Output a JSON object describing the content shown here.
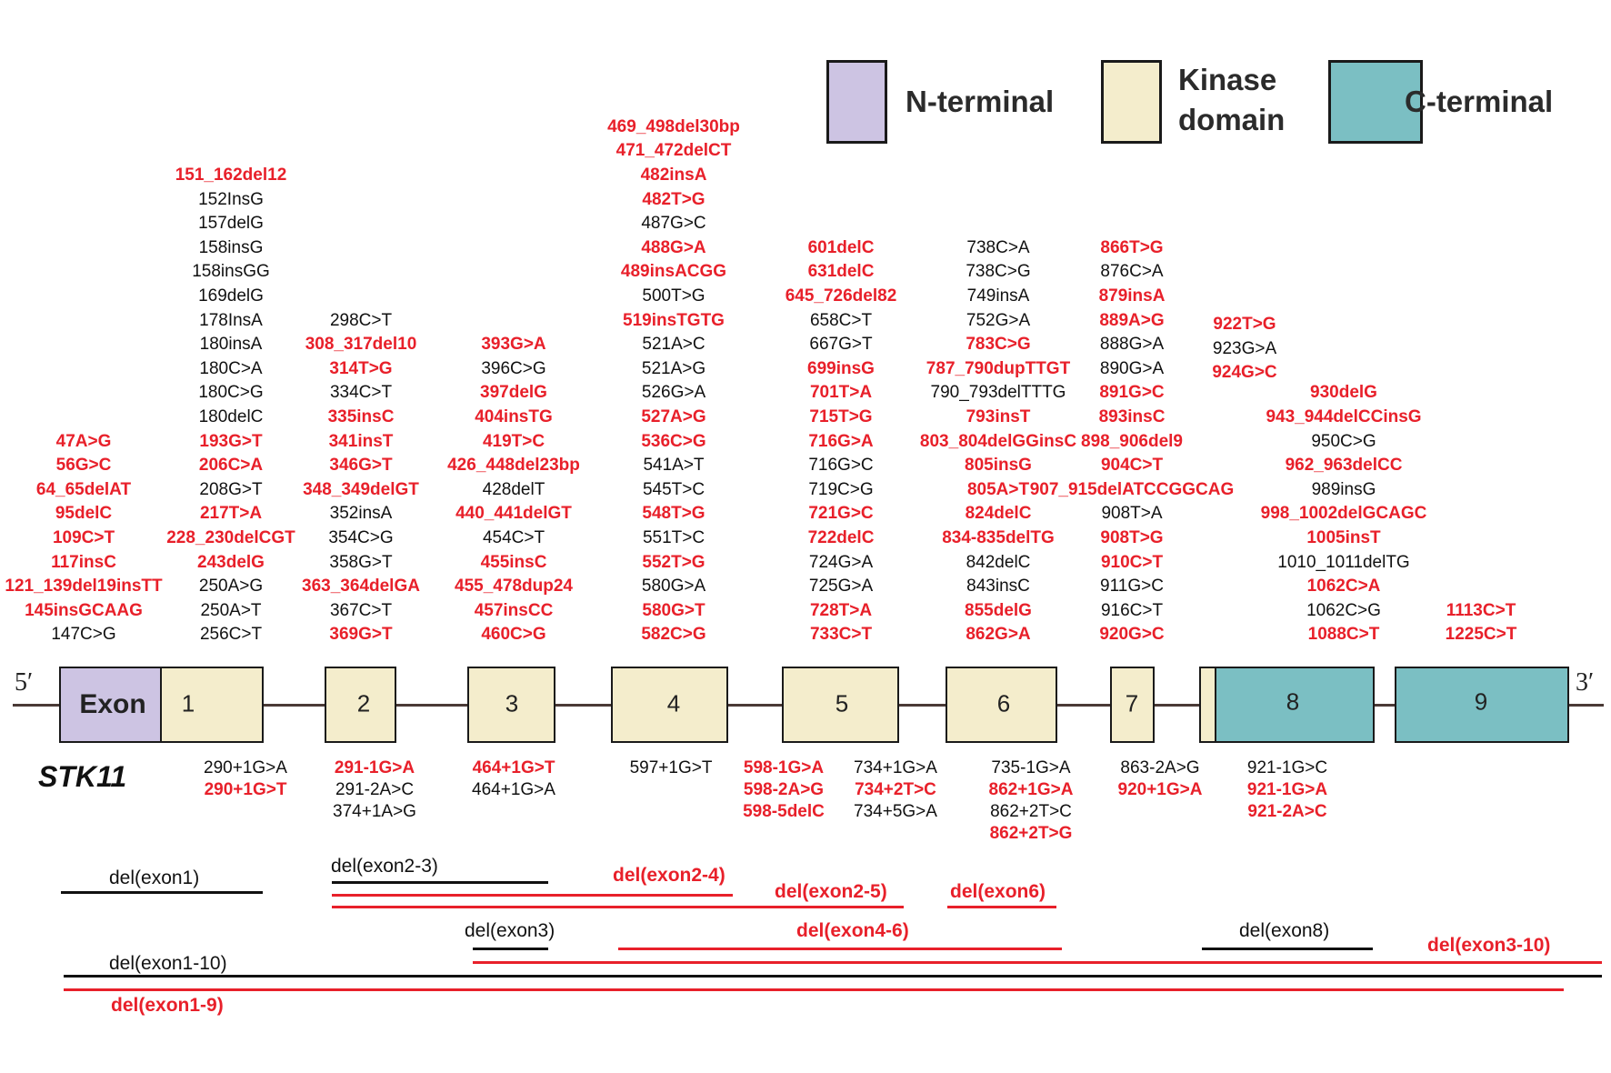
{
  "gene": "STK11",
  "ends": {
    "five": "5′",
    "three": "3′"
  },
  "legend": [
    {
      "label": "N-terminal",
      "color": "#cdc4e3"
    },
    {
      "label": "Kinase\ndomain",
      "color": "#f4edcc"
    },
    {
      "label": "C-terminal",
      "color": "#7bbfc3"
    }
  ],
  "exon_label": "Exon",
  "exons": [
    "1",
    "2",
    "3",
    "4",
    "5",
    "6",
    "7",
    "8",
    "9"
  ],
  "colors": {
    "n_terminal": "#cdc4e3",
    "kinase": "#f4edcc",
    "c_terminal": "#7bbfc3",
    "red": "#e8202a",
    "black": "#111111"
  },
  "exon_mutations": [
    {
      "exon": "1",
      "col": "a",
      "items": [
        {
          "t": "47A>G",
          "r": 1
        },
        {
          "t": "56G>C",
          "r": 1
        },
        {
          "t": "64_65delAT",
          "r": 1
        },
        {
          "t": "95delC",
          "r": 1
        },
        {
          "t": "109C>T",
          "r": 1
        },
        {
          "t": "117insC",
          "r": 1
        },
        {
          "t": "121_139del19insTT",
          "r": 1
        },
        {
          "t": "145insGCAAG",
          "r": 1
        },
        {
          "t": "147C>G",
          "r": 0
        }
      ]
    },
    {
      "exon": "1",
      "col": "b",
      "items": [
        {
          "t": "151_162del12",
          "r": 1
        },
        {
          "t": "152InsG",
          "r": 0
        },
        {
          "t": "157delG",
          "r": 0
        },
        {
          "t": "158insG",
          "r": 0
        },
        {
          "t": "158insGG",
          "r": 0
        },
        {
          "t": "169delG",
          "r": 0
        },
        {
          "t": "178InsA",
          "r": 0
        },
        {
          "t": "180insA",
          "r": 0
        },
        {
          "t": "180C>A",
          "r": 0
        },
        {
          "t": "180C>G",
          "r": 0
        },
        {
          "t": "180delC",
          "r": 0
        },
        {
          "t": "193G>T",
          "r": 1
        },
        {
          "t": "206C>A",
          "r": 1
        },
        {
          "t": "208G>T",
          "r": 0
        },
        {
          "t": "217T>A",
          "r": 1
        },
        {
          "t": "228_230delCGT",
          "r": 1
        },
        {
          "t": "243delG",
          "r": 1
        },
        {
          "t": "250A>G",
          "r": 0
        },
        {
          "t": "250A>T",
          "r": 0
        },
        {
          "t": "256C>T",
          "r": 0
        }
      ]
    },
    {
      "exon": "2",
      "col": "a",
      "items": [
        {
          "t": "298C>T",
          "r": 0
        },
        {
          "t": "308_317del10",
          "r": 1
        },
        {
          "t": "314T>G",
          "r": 1
        },
        {
          "t": "334C>T",
          "r": 0
        },
        {
          "t": "335insC",
          "r": 1
        },
        {
          "t": "341insT",
          "r": 1
        },
        {
          "t": "346G>T",
          "r": 1
        },
        {
          "t": "348_349delGT",
          "r": 1
        },
        {
          "t": "352insA",
          "r": 0
        },
        {
          "t": "354C>G",
          "r": 0
        },
        {
          "t": "358G>T",
          "r": 0
        },
        {
          "t": "363_364delGA",
          "r": 1
        },
        {
          "t": "367C>T",
          "r": 0
        },
        {
          "t": "369G>T",
          "r": 1
        }
      ]
    },
    {
      "exon": "3",
      "col": "a",
      "items": [
        {
          "t": "393G>A",
          "r": 1
        },
        {
          "t": "396C>G",
          "r": 0
        },
        {
          "t": "397delG",
          "r": 1
        },
        {
          "t": "404insTG",
          "r": 1
        },
        {
          "t": "419T>C",
          "r": 1
        },
        {
          "t": "426_448del23bp",
          "r": 1
        },
        {
          "t": "428delT",
          "r": 0
        },
        {
          "t": "440_441delGT",
          "r": 1
        },
        {
          "t": "454C>T",
          "r": 0
        },
        {
          "t": "455insC",
          "r": 1
        },
        {
          "t": "455_478dup24",
          "r": 1
        },
        {
          "t": "457insCC",
          "r": 1
        },
        {
          "t": "460C>G",
          "r": 1
        }
      ]
    },
    {
      "exon": "4",
      "col": "a",
      "items": [
        {
          "t": "469_498del30bp",
          "r": 1
        },
        {
          "t": "471_472delCT",
          "r": 1
        },
        {
          "t": "482insA",
          "r": 1
        },
        {
          "t": "482T>G",
          "r": 1
        },
        {
          "t": "487G>C",
          "r": 0
        },
        {
          "t": "488G>A",
          "r": 1
        },
        {
          "t": "489insACGG",
          "r": 1
        },
        {
          "t": "500T>G",
          "r": 0
        },
        {
          "t": "519insTGTG",
          "r": 1
        },
        {
          "t": "521A>C",
          "r": 0
        },
        {
          "t": "521A>G",
          "r": 0
        },
        {
          "t": "526G>A",
          "r": 0
        },
        {
          "t": "527A>G",
          "r": 1
        },
        {
          "t": "536C>G",
          "r": 1
        },
        {
          "t": "541A>T",
          "r": 0
        },
        {
          "t": "545T>C",
          "r": 0
        },
        {
          "t": "548T>G",
          "r": 1
        },
        {
          "t": "551T>C",
          "r": 0
        },
        {
          "t": "552T>G",
          "r": 1
        },
        {
          "t": "580G>A",
          "r": 0
        },
        {
          "t": "580G>T",
          "r": 1
        },
        {
          "t": "582C>G",
          "r": 1
        }
      ]
    },
    {
      "exon": "5",
      "col": "a",
      "items": [
        {
          "t": "601delC",
          "r": 1
        },
        {
          "t": "631delC",
          "r": 1
        },
        {
          "t": "645_726del82",
          "r": 1
        },
        {
          "t": "658C>T",
          "r": 0
        },
        {
          "t": "667G>T",
          "r": 0
        },
        {
          "t": "699insG",
          "r": 1
        },
        {
          "t": "701T>A",
          "r": 1
        },
        {
          "t": "715T>G",
          "r": 1
        },
        {
          "t": "716G>A",
          "r": 1
        },
        {
          "t": "716G>C",
          "r": 0
        },
        {
          "t": "719C>G",
          "r": 0
        },
        {
          "t": "721G>C",
          "r": 1
        },
        {
          "t": "722delC",
          "r": 1
        },
        {
          "t": "724G>A",
          "r": 0
        },
        {
          "t": "725G>A",
          "r": 0
        },
        {
          "t": "728T>A",
          "r": 1
        },
        {
          "t": "733C>T",
          "r": 1
        }
      ]
    },
    {
      "exon": "6",
      "col": "a",
      "items": [
        {
          "t": "738C>A",
          "r": 0
        },
        {
          "t": "738C>G",
          "r": 0
        },
        {
          "t": "749insA",
          "r": 0
        },
        {
          "t": "752G>A",
          "r": 0
        },
        {
          "t": "783C>G",
          "r": 1
        },
        {
          "t": "787_790dupTTGT",
          "r": 1
        },
        {
          "t": "790_793delTTTG",
          "r": 0
        },
        {
          "t": "793insT",
          "r": 1
        },
        {
          "t": "803_804delGGinsC",
          "r": 1
        },
        {
          "t": "805insG",
          "r": 1
        },
        {
          "t": "805A>T",
          "r": 1
        },
        {
          "t": "824delC",
          "r": 1
        },
        {
          "t": "834-835delTG",
          "r": 1
        },
        {
          "t": "842delC",
          "r": 0
        },
        {
          "t": "843insC",
          "r": 0
        },
        {
          "t": "855delG",
          "r": 1
        },
        {
          "t": "862G>A",
          "r": 1
        }
      ]
    },
    {
      "exon": "7",
      "col": "a",
      "items": [
        {
          "t": "866T>G",
          "r": 1
        },
        {
          "t": "876C>A",
          "r": 0
        },
        {
          "t": "879insA",
          "r": 1
        },
        {
          "t": "889A>G",
          "r": 1
        },
        {
          "t": "888G>A",
          "r": 0
        },
        {
          "t": "890G>A",
          "r": 0
        },
        {
          "t": "891G>C",
          "r": 1
        },
        {
          "t": "893insC",
          "r": 1
        },
        {
          "t": "898_906del9",
          "r": 1
        },
        {
          "t": "904C>T",
          "r": 1
        },
        {
          "t": "907_915delATCCGGCAG",
          "r": 1
        },
        {
          "t": "908T>A",
          "r": 0
        },
        {
          "t": "908T>G",
          "r": 1
        },
        {
          "t": "910C>T",
          "r": 1
        },
        {
          "t": "911G>C",
          "r": 0
        },
        {
          "t": "916C>T",
          "r": 0
        },
        {
          "t": "920G>C",
          "r": 1
        }
      ]
    },
    {
      "exon": "7",
      "col": "b",
      "items": [
        {
          "t": "922T>G",
          "r": 1
        },
        {
          "t": "923G>A",
          "r": 0
        },
        {
          "t": "924G>C",
          "r": 1
        }
      ]
    },
    {
      "exon": "8",
      "col": "a",
      "items": [
        {
          "t": "930delG",
          "r": 1
        },
        {
          "t": "943_944delCCinsG",
          "r": 1
        },
        {
          "t": "950C>G",
          "r": 0
        },
        {
          "t": "962_963delCC",
          "r": 1
        },
        {
          "t": "989insG",
          "r": 0
        },
        {
          "t": "998_1002delGCAGC",
          "r": 1
        },
        {
          "t": "1005insT",
          "r": 1
        },
        {
          "t": "1010_1011delTG",
          "r": 0
        },
        {
          "t": "1062C>A",
          "r": 1
        },
        {
          "t": "1062C>G",
          "r": 0
        },
        {
          "t": "1088C>T",
          "r": 1
        }
      ]
    },
    {
      "exon": "9",
      "col": "a",
      "items": [
        {
          "t": "1113C>T",
          "r": 1
        },
        {
          "t": "1225C>T",
          "r": 1
        }
      ]
    }
  ],
  "splice_mutations": [
    {
      "site": "intron1",
      "items": [
        {
          "t": "290+1G>A",
          "r": 0
        },
        {
          "t": "290+1G>T",
          "r": 1
        }
      ]
    },
    {
      "site": "intron1b",
      "items": [
        {
          "t": "291-1G>A",
          "r": 1
        },
        {
          "t": "291-2A>C",
          "r": 0
        },
        {
          "t": "374+1A>G",
          "r": 0
        }
      ]
    },
    {
      "site": "intron3",
      "items": [
        {
          "t": "464+1G>T",
          "r": 1
        },
        {
          "t": "464+1G>A",
          "r": 0
        }
      ]
    },
    {
      "site": "intron4",
      "items": [
        {
          "t": "597+1G>T",
          "r": 0
        }
      ]
    },
    {
      "site": "intron4b",
      "items": [
        {
          "t": "598-1G>A",
          "r": 1
        },
        {
          "t": "598-2A>G",
          "r": 1
        },
        {
          "t": "598-5delC",
          "r": 1
        }
      ]
    },
    {
      "site": "intron5",
      "items": [
        {
          "t": "734+1G>A",
          "r": 0
        },
        {
          "t": "734+2T>C",
          "r": 1
        },
        {
          "t": "734+5G>A",
          "r": 0
        }
      ]
    },
    {
      "site": "intron5b",
      "items": [
        {
          "t": "735-1G>A",
          "r": 0
        },
        {
          "t": "862+1G>A",
          "r": 1
        },
        {
          "t": "862+2T>C",
          "r": 0
        },
        {
          "t": "862+2T>G",
          "r": 1
        }
      ]
    },
    {
      "site": "intron6",
      "items": [
        {
          "t": "863-2A>G",
          "r": 0
        },
        {
          "t": "920+1G>A",
          "r": 1
        }
      ]
    },
    {
      "site": "intron7",
      "items": [
        {
          "t": "921-1G>C",
          "r": 0
        },
        {
          "t": "921-1G>A",
          "r": 1
        },
        {
          "t": "921-2A>C",
          "r": 1
        }
      ]
    }
  ],
  "deletions": [
    {
      "label": "del(exon1)",
      "r": 0
    },
    {
      "label": "del(exon2-3)",
      "r": 0
    },
    {
      "label": "del(exon2-4)",
      "r": 1
    },
    {
      "label": "del(exon2-5)",
      "r": 1
    },
    {
      "label": "del(exon6)",
      "r": 1
    },
    {
      "label": "del(exon3)",
      "r": 0
    },
    {
      "label": "del(exon4-6)",
      "r": 1
    },
    {
      "label": "del(exon8)",
      "r": 0
    },
    {
      "label": "del(exon3-10)",
      "r": 1
    },
    {
      "label": "del(exon1-10)",
      "r": 0
    },
    {
      "label": "del(exon1-9)",
      "r": 1
    }
  ]
}
